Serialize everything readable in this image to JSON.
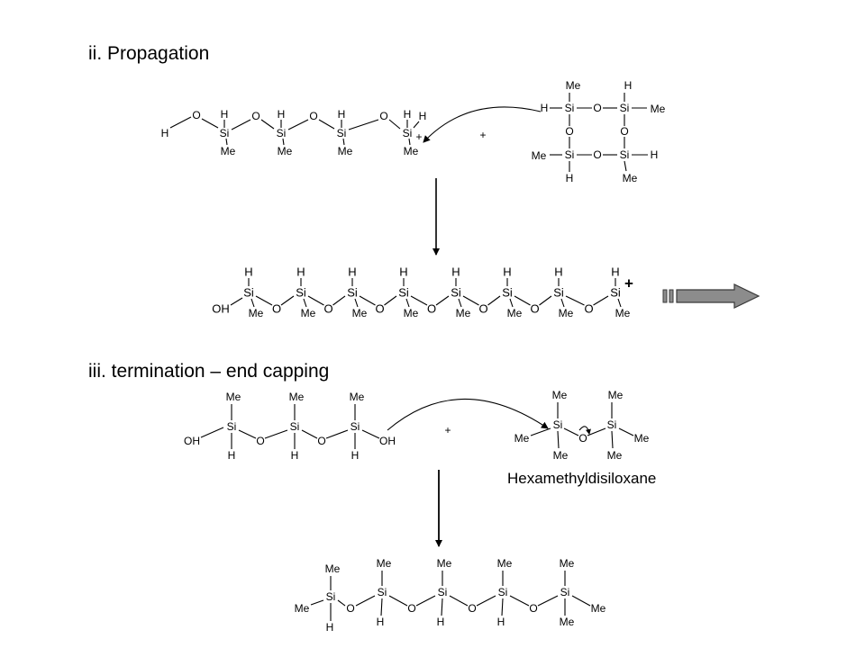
{
  "headings": {
    "propagation": "ii. Propagation",
    "termination": "iii. termination – end capping"
  },
  "labels": {
    "hmds_name": "Hexamethyldisiloxane",
    "plus": "+"
  },
  "atoms": {
    "si": "Si",
    "o": "O",
    "h": "H",
    "me": "Me",
    "oh": "OH"
  },
  "colors": {
    "ink": "#000000",
    "arrow_fill": "#8c8c8c",
    "arrow_stroke": "#3a3a3a"
  }
}
